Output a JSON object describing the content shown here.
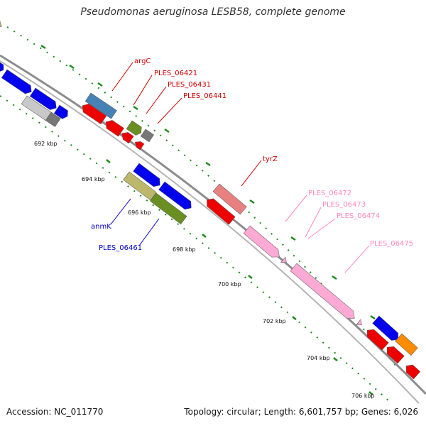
{
  "title": "Pseudomonas aeruginosa LESB58, complete genome",
  "footer": {
    "accession": "Accession: NC_011770",
    "summary": "Topology: circular; Length: 6,601,757 bp; Genes: 6,026"
  },
  "ruler_labels": [
    "692 kbp",
    "694 kbp",
    "696 kbp",
    "698 kbp",
    "700 kbp",
    "702 kbp",
    "704 kbp",
    "706 kbp"
  ],
  "gene_labels": {
    "argC": "argC",
    "ples_06421": "PLES_06421",
    "ples_06431": "PLES_06431",
    "ples_06441": "PLES_06441",
    "tyrZ": "tyrZ",
    "ples_06472": "PLES_06472",
    "ples_06473": "PLES_06473",
    "ples_06474": "PLES_06474",
    "ples_06475": "PLES_06475",
    "anmK": "anmK",
    "ples_06461": "PLES_06461"
  },
  "colors": {
    "backbone": "#9a9a9a",
    "ruler_dots": "#1a8a1a",
    "cds_forward": "#0000ee",
    "cds_reverse": "#ee0000",
    "label_red": "#cc0000",
    "label_pink": "#ff88bb",
    "label_blue": "#0000cc",
    "pink_gene": "#ffaad4",
    "steel_blue": "#4682b4",
    "olive": "#6b8e23",
    "khaki": "#bdb76b",
    "salmon": "#e88080",
    "orange": "#ff8c00",
    "grey": "#777777",
    "silver": "#c8c8c8"
  }
}
